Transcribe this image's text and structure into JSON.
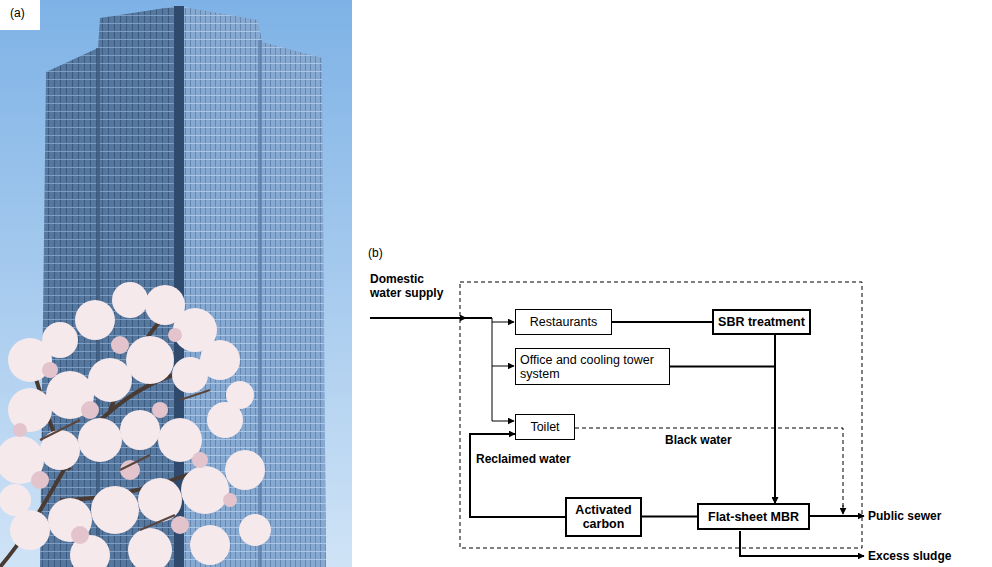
{
  "diagram": {
    "nodes": [
      {
        "text": [
          "Restaurants"
        ]
      },
      {
        "text": [
          "SBR treatment"
        ]
      },
      {
        "text": [
          "Office and cooling tower system"
        ]
      },
      {
        "text": [
          "Toilet"
        ]
      },
      {
        "text": [
          "Activated carbon"
        ]
      },
      {
        "text": [
          "Flat-sheet MBR"
        ]
      }
    ],
    "edges": [
      {
        "from": 0,
        "to": 1,
        "arrow": "none"
      },
      {
        "from": 1,
        "to": 5,
        "arrow": "to"
      },
      {
        "from": 2,
        "to": 5,
        "arrow": "to"
      },
      {
        "from": 5,
        "to": 4,
        "arrow": "none"
      },
      {
        "from": 4,
        "to": 3,
        "arrow": "to",
        "label": "Reclaimed water"
      }
    ],
    "labels": [
      "(a)",
      "(b)",
      "Domestic water supply",
      "Black water",
      "Public sewer",
      "Excess sludge"
    ]
  }
}
